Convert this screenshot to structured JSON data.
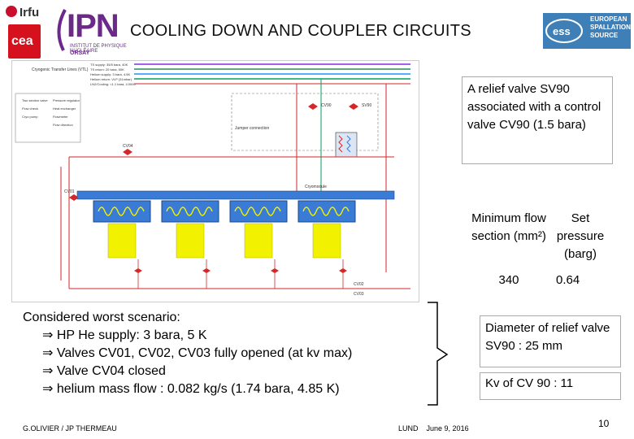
{
  "header": {
    "title": "COOLING DOWN AND COUPLER CIRCUITS",
    "logo_irfu": "Irfu",
    "logo_cea": "cea",
    "logo_ipn": "IPN",
    "logo_ipn_sub": "INSTITUT DE PHYSIQUE NUCLÉAIRE",
    "logo_ipn_orsay": "ORSAY",
    "logo_ess": "EUROPEAN SPALLATION SOURCE"
  },
  "diagram": {
    "legend_title": "Cryogenic Transfer Lines (VTL)",
    "supply_lines": [
      "TS supply: 35/5 bara, 40K",
      "TS return: 20 bara, 50K",
      "Helium supply: 3 bara, 4.5K",
      "Helium return: VLP (31mbar)",
      "LN2/Cooling: <1.1 bara, 4.0000"
    ],
    "legend_items": [
      "Two section valve",
      "Pressure regulator",
      "Flow check",
      "Cryo pump",
      "Heat exchanger",
      "Flowmeter",
      "Flow direction"
    ],
    "labels": [
      "CV01",
      "CV02",
      "CV03",
      "CV04",
      "CV90",
      "SV90",
      "Jumper connection",
      "Cryomodule"
    ],
    "colors": {
      "ts_supply": "#8a2be2",
      "ts_return": "#2e8b57",
      "he_supply": "#1e90ff",
      "he_return": "#00a060",
      "cold_line": "#d62728",
      "cavity": "#3a7bd5",
      "coupler": "#f2f200"
    }
  },
  "relief_box": {
    "text": "A relief valve SV90 associated with a control valve CV90 (1.5 bara)"
  },
  "table": {
    "col1_header": "Minimum flow section (mm²)",
    "col2_header": "Set pressure (barg)",
    "col1_value": "340",
    "col2_value": "0.64"
  },
  "scenario": {
    "title": "Considered worst scenario:",
    "items": [
      "HP He supply: 3 bara, 5 K",
      "Valves CV01, CV02, CV03 fully opened (at kv max)",
      "Valve CV04 closed",
      "helium mass flow : 0.082 kg/s (1.74 bara, 4.85 K)"
    ],
    "arrow": "⇒"
  },
  "diameter_box": {
    "text": "Diameter of relief valve  SV90 : 25 mm"
  },
  "kv_box": {
    "text": "Kv of CV 90 : 11"
  },
  "footer": {
    "authors": "G.OLIVIER / JP THERMEAU",
    "location": "LUND",
    "date": "June 9, 2016",
    "page": "10"
  }
}
